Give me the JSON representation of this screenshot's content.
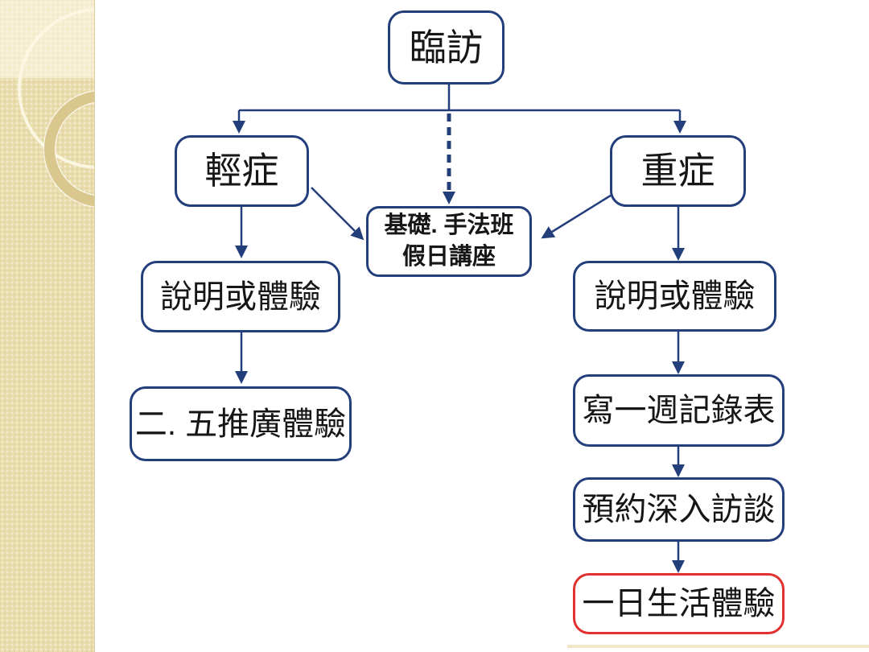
{
  "slide": {
    "type": "flowchart-slide",
    "colors": {
      "accent_navy": "#233f7b",
      "highlight_red": "#e03030",
      "sidebar_beige": "#e9ddad",
      "background": "#ffffff"
    }
  },
  "flowchart": {
    "nodes": {
      "visit": {
        "label": "臨訪"
      },
      "mild": {
        "label": "輕症"
      },
      "severe": {
        "label": "重症"
      },
      "class": {
        "label_line1": "基礎. 手法班",
        "label_line2": "假日講座"
      },
      "mild_intro": {
        "label": "說明或體驗"
      },
      "mild_promo": {
        "label": "二. 五推廣體驗"
      },
      "severe_intro": {
        "label": "說明或體驗"
      },
      "weekly_log": {
        "label": "寫一週記錄表"
      },
      "interview": {
        "label": "預約深入訪談"
      },
      "day_experience": {
        "label": "一日生活體驗",
        "highlight": "red-border"
      }
    },
    "edges": [
      {
        "from": "visit",
        "to": "mild",
        "style": "solid-elbow"
      },
      {
        "from": "visit",
        "to": "severe",
        "style": "solid-elbow"
      },
      {
        "from": "visit",
        "to": "class",
        "style": "dashed-arrow"
      },
      {
        "from": "mild",
        "to": "class",
        "style": "solid-diagonal"
      },
      {
        "from": "severe",
        "to": "class",
        "style": "solid-diagonal"
      },
      {
        "from": "mild",
        "to": "mild_intro",
        "style": "solid-arrow"
      },
      {
        "from": "mild_intro",
        "to": "mild_promo",
        "style": "solid-arrow"
      },
      {
        "from": "severe",
        "to": "severe_intro",
        "style": "solid-arrow"
      },
      {
        "from": "severe_intro",
        "to": "weekly_log",
        "style": "solid-arrow"
      },
      {
        "from": "weekly_log",
        "to": "interview",
        "style": "solid-arrow"
      },
      {
        "from": "interview",
        "to": "day_experience",
        "style": "solid-arrow"
      }
    ]
  }
}
